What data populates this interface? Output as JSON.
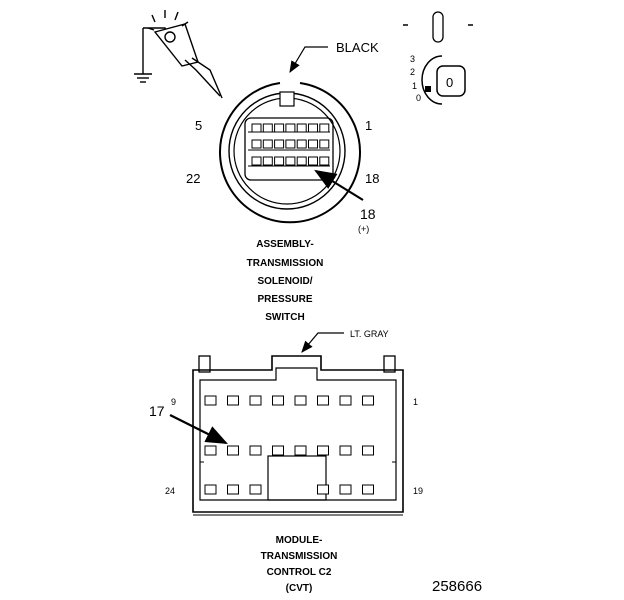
{
  "connector1": {
    "color_label": "BLACK",
    "pins": {
      "top_left": "5",
      "top_right": "1",
      "bottom_left": "22",
      "bottom_right": "18"
    },
    "callout": {
      "number": "18",
      "sign": "(+)"
    },
    "title_lines": [
      "ASSEMBLY-",
      "TRANSMISSION",
      "SOLENOID/",
      "PRESSURE",
      "SWITCH"
    ]
  },
  "connector2": {
    "color_label": "LT. GRAY",
    "pins": {
      "top_left": "9",
      "top_right": "1",
      "bottom_left": "24",
      "bottom_right": "19"
    },
    "callout": {
      "number": "17"
    },
    "title_lines": [
      "MODULE-",
      "TRANSMISSION",
      "CONTROL C2",
      "(CVT)"
    ]
  },
  "ignition": {
    "positions": [
      "3",
      "2",
      "1",
      "0"
    ],
    "key_label": "0"
  },
  "figure_number": "258666"
}
